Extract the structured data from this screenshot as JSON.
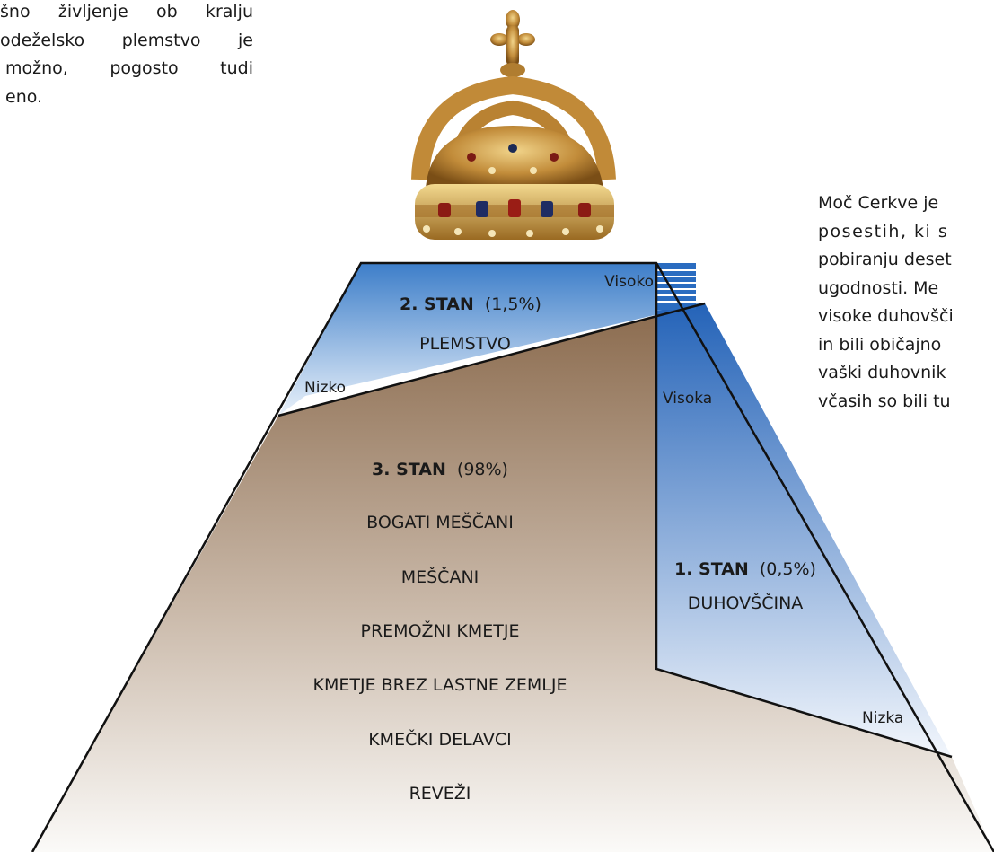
{
  "text_left": {
    "lines": [
      "šno življenje ob kralju",
      "odeželsko plemstvo je",
      "možno, pogosto tudi",
      "eno."
    ]
  },
  "text_right": {
    "lines": [
      "Moč Cerkve je",
      "posestih, ki s",
      "pobiranju deset",
      "ugodnosti. Me",
      "visoke duhovšči",
      "in bili običajno",
      "vaški duhovnik",
      "včasih so bili tu"
    ]
  },
  "crown": {
    "icon": "crown-icon"
  },
  "estates": {
    "second": {
      "title": "2. STAN",
      "percent": "(1,5%)",
      "name": "PLEMSTVO",
      "high": "Visoko",
      "low": "Nizko",
      "share": 1.5
    },
    "first": {
      "title": "1. STAN",
      "percent": "(0,5%)",
      "name": "DUHOVŠČINA",
      "high": "Visoka",
      "low": "Nizka",
      "share": 0.5
    },
    "third": {
      "title": "3. STAN",
      "percent": "(98%)",
      "share": 98,
      "groups": [
        "BOGATI MEŠČANI",
        "MEŠČANI",
        "PREMOŽNI KMETJE",
        "KMETJE BREZ LASTNE ZEMLJE",
        "KMEČKI DELAVCI",
        "REVEŽI"
      ]
    }
  },
  "colors": {
    "blue_dark": "#2a6cc0",
    "blue_light": "#eaf1fa",
    "brown_dark": "#8b6a4e",
    "brown_light": "#f9f7f4",
    "outline": "#111111"
  }
}
